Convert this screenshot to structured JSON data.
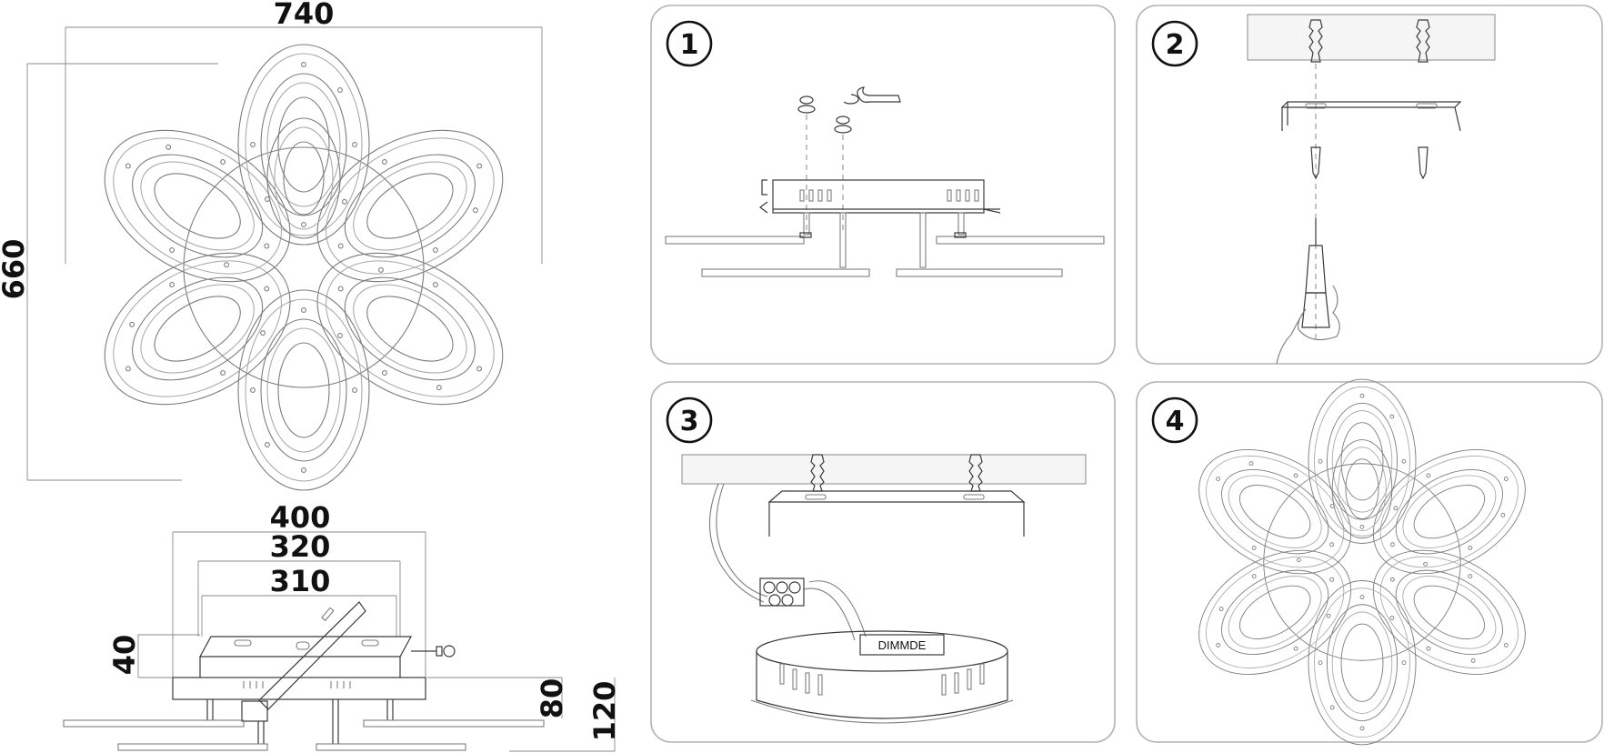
{
  "dimensions": {
    "width_label": "740",
    "height_label": "660",
    "side_400": "400",
    "side_320": "320",
    "side_310": "310",
    "side_40": "40",
    "side_80": "80",
    "side_120": "120"
  },
  "steps": [
    {
      "number": "1"
    },
    {
      "number": "2"
    },
    {
      "number": "3",
      "driver_label": "DIMMDE"
    },
    {
      "number": "4"
    }
  ]
}
